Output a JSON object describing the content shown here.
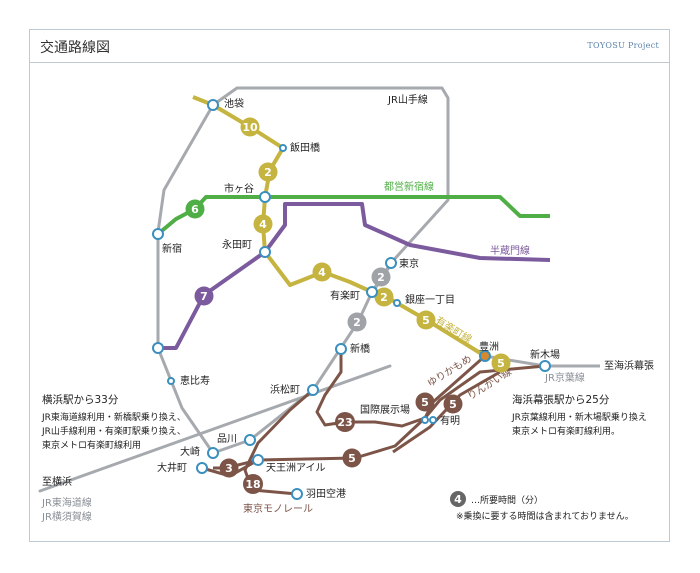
{
  "header": {
    "title": "交通路線図",
    "project": "TOYOSU Project"
  },
  "lines": {
    "yamanote": {
      "name": "JR山手線",
      "color": "#9fa3a8"
    },
    "shinjuku": {
      "name": "都営新宿線",
      "color": "#4fae45"
    },
    "hanzomon": {
      "name": "半蔵門線",
      "color": "#7b5a9d"
    },
    "yurakucho": {
      "name": "有楽町線",
      "color": "#c5b43f"
    },
    "keiyo": {
      "name": "JR京葉線",
      "color": "#9fa3a8"
    },
    "yurikamome": {
      "name": "ゆりかもめ",
      "color": "#7d5548"
    },
    "rinkai": {
      "name": "りんかい線",
      "color": "#7d5548"
    },
    "monorail": {
      "name": "東京モノレール",
      "color": "#7d5548"
    }
  },
  "stations": {
    "ikebukuro": "池袋",
    "iidabashi": "飯田橋",
    "ichigaya": "市ヶ谷",
    "shinjuku": "新宿",
    "nagatacho": "永田町",
    "tokyo": "東京",
    "yurakucho": "有楽町",
    "ginza_itchome": "銀座一丁目",
    "shimbashi": "新橋",
    "ebisu": "恵比寿",
    "hamamatsucho": "浜松町",
    "shinagawa": "品川",
    "osaki": "大崎",
    "oimachi": "大井町",
    "tennozu_isle": "天王洲アイル",
    "haneda": "羽田空港",
    "kokusai_tenjijo": "国際展示場",
    "ariake": "有明",
    "toyosu": "豊洲",
    "shinkiba": "新木場"
  },
  "destinations": {
    "kaihin_makuhari": "至海浜幕張",
    "yokohama": "至横浜",
    "tokaido": "JR東海道線",
    "yokosuka": "JR横須賀線"
  },
  "times": {
    "ikebukuro_iidabashi": "10",
    "iidabashi_ichigaya": "2",
    "shinjuku_ichigaya": "6",
    "ichigaya_nagatacho": "4",
    "nagatacho_yurakucho": "4",
    "tokyo_yurakucho": "2",
    "yurakucho_ginza": "2",
    "ginza_toyosu": "5",
    "yurakucho_shimbashi": "2",
    "ebisu_nagatacho": "7",
    "toyosu_shinkiba": "5",
    "shimbashi_kokusai": "23",
    "toyosu_kokusai": "5",
    "shinkiba_ariake": "5",
    "oimachi_tennozu": "3",
    "tennozu_ariake": "5",
    "hamamatsucho_haneda": "18"
  },
  "notes": {
    "makuhari_title": "海浜幕張駅から25分",
    "makuhari_line1": "JR京葉線利用・新木場駅乗り換え",
    "makuhari_line2": "東京メトロ有楽町線利用。",
    "yokohama_title": "横浜駅から33分",
    "yokohama_line1": "JR東海道線利用・新橋駅乗り換え、",
    "yokohama_line2": "JR山手線利用・有楽町駅乗り換え、",
    "yokohama_line3": "東京メトロ有楽町線利用"
  },
  "legend": {
    "badge": "4",
    "text": "…所要時間（分）",
    "note": "※乗換に要する時間は含まれておりません。"
  }
}
